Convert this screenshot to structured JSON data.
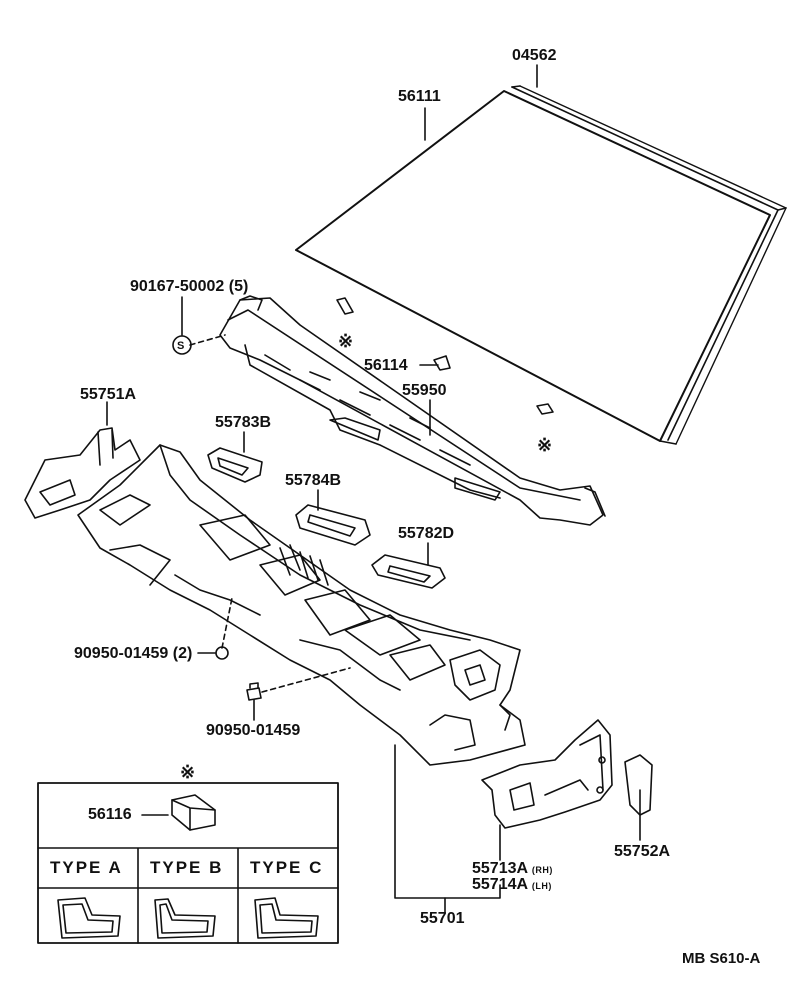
{
  "labels": {
    "p04562": "04562",
    "p56111": "56111",
    "p90167": "90167-50002 (5)",
    "p56114": "56114",
    "p55950": "55950",
    "p55751A": "55751A",
    "p55783B": "55783B",
    "p55784B": "55784B",
    "p55782D": "55782D",
    "p90950_2": "90950-01459 (2)",
    "p90950": "90950-01459",
    "p56116": "56116",
    "p55713A": "55713A",
    "p55713A_side": "(RH)",
    "p55714A": "55714A",
    "p55714A_side": "(LH)",
    "p55701": "55701",
    "p55752A": "55752A",
    "footer": "MB  S610-A"
  },
  "symbols": {
    "s_circle": "S",
    "note_mark": "※"
  },
  "legend": {
    "types": [
      "TYPE  A",
      "TYPE  B",
      "TYPE  C"
    ]
  }
}
